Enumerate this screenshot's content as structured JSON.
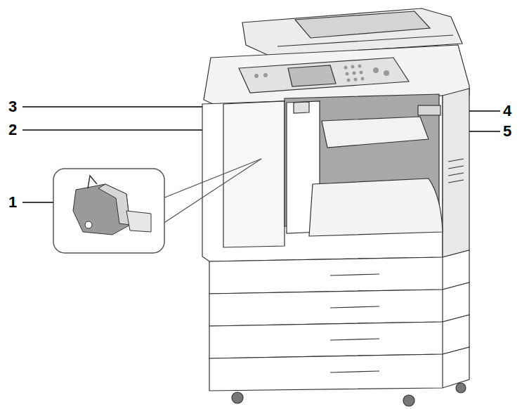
{
  "diagram": {
    "labels": [
      "3",
      "2",
      "1",
      "4",
      "5"
    ]
  }
}
